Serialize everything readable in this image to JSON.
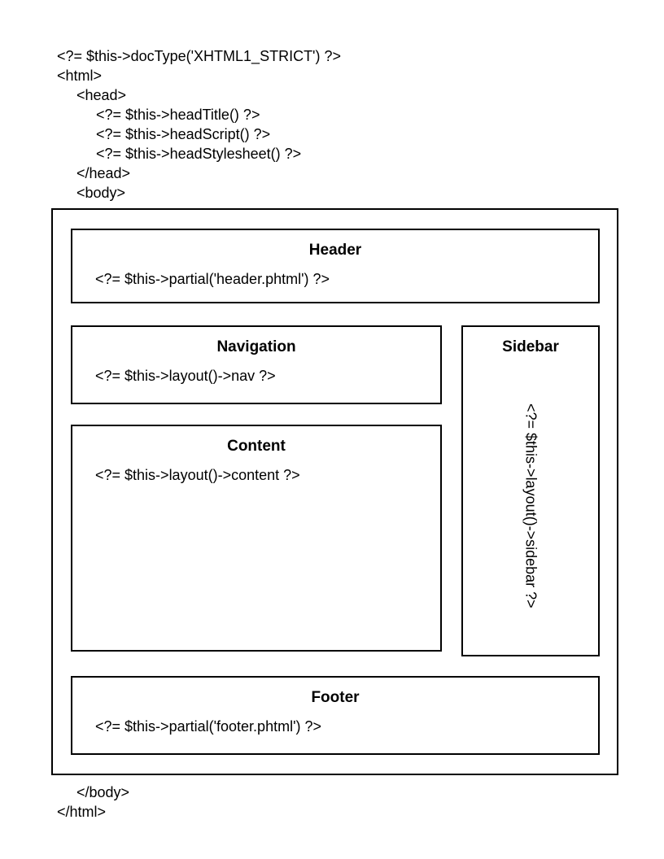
{
  "page": {
    "background_color": "#ffffff",
    "line_color": "#000000"
  },
  "code_top": {
    "lines": [
      "<?= $this->docType('XHTML1_STRICT') ?>",
      "<html>",
      "<head>",
      "<?= $this->headTitle() ?>",
      "<?= $this->headScript() ?>",
      "<?= $this->headStylesheet() ?>",
      "</head>",
      "<body>"
    ]
  },
  "diagram": {
    "header": {
      "title": "Header",
      "code": "<?= $this->partial('header.phtml') ?>"
    },
    "navigation": {
      "title": "Navigation",
      "code": "<?= $this->layout()->nav ?>"
    },
    "sidebar": {
      "title": "Sidebar",
      "code": "<?= $this->layout()->sidebar ?>"
    },
    "content": {
      "title": "Content",
      "code": "<?= $this->layout()->content ?>"
    },
    "footer": {
      "title": "Footer",
      "code": "<?= $this->partial('footer.phtml') ?>"
    }
  },
  "code_bottom": {
    "lines": [
      "</body>",
      "</html>"
    ]
  }
}
